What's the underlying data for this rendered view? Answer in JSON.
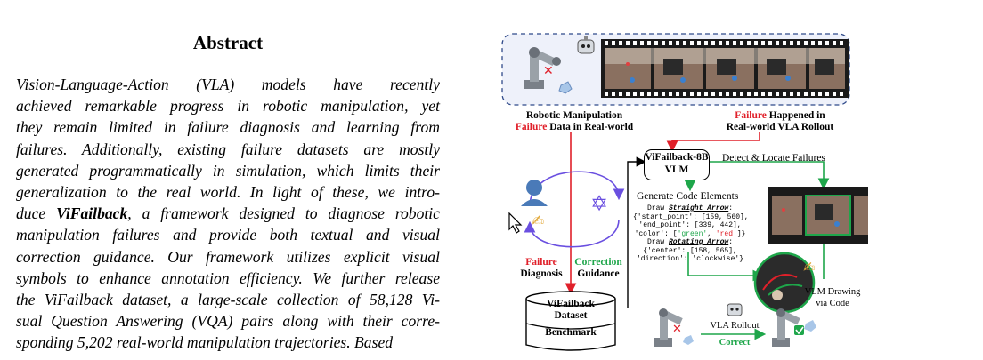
{
  "abstract": {
    "title": "Abstract",
    "lines": [
      "Vision-Language-Action (VLA) models have recently",
      "achieved remarkable progress in robotic manipulation, yet",
      "they remain limited in failure diagnosis and learning from",
      "failures. Additionally, existing failure datasets are mostly",
      "generated programmatically in simulation, which limits their",
      "generalization to the real world. In light of these, we intro-",
      "duce ",
      "ViFailback",
      ", a framework designed to diagnose robotic",
      "manipulation failures and provide both textual and visual",
      "correction guidance. Our framework utilizes explicit visual",
      "symbols to enhance annotation efficiency. We further release",
      "the ViFailback dataset, a large-scale collection of 58,128 Vi-",
      "sual Question Answering (VQA) pairs along with their corre-",
      "sponding 5,202 real-world manipulation trajectories. Based"
    ]
  },
  "figure": {
    "left_caption_line1": "Robotic Manipulation",
    "left_caption_red": "Failure",
    "left_caption_line2_rest": " Data in Real-world",
    "right_caption_red": "Failure",
    "right_caption_line1_rest": " Happened in",
    "right_caption_line2": "Real-world VLA Rollout",
    "vlm_box_line1": "ViFailback-8B",
    "vlm_box_line2": "VLM",
    "detect_label": "Detect & Locate Failures",
    "generate_label": "Generate Code Elements",
    "code_lines": [
      "Draw ",
      "Straight Arrow",
      ":",
      "{'start_point': [159, 560],",
      " 'end_point': [339, 442],",
      " 'color': [",
      "'green'",
      ", ",
      "'red'",
      "]}",
      "Draw ",
      "Rotating Arrow",
      ":",
      "{'center': [158, 565],",
      " 'direction': 'clockwise'}"
    ],
    "failure_red": "Failure",
    "diagnosis": "Diagnosis",
    "correction_green": "Correction",
    "guidance": "Guidance",
    "dataset_line1": "ViFailback",
    "dataset_line2": "Dataset",
    "dataset_line3": "Benchmark",
    "vlm_drawing_line1": "VLM Drawing",
    "vlm_drawing_line2": "via Code",
    "vla_rollout": "VLA Rollout",
    "correct_green": "Correct",
    "colors": {
      "red": "#e0202a",
      "green": "#1ea64a",
      "purple": "#6a4fe0",
      "navy": "#2f4a8a"
    }
  }
}
